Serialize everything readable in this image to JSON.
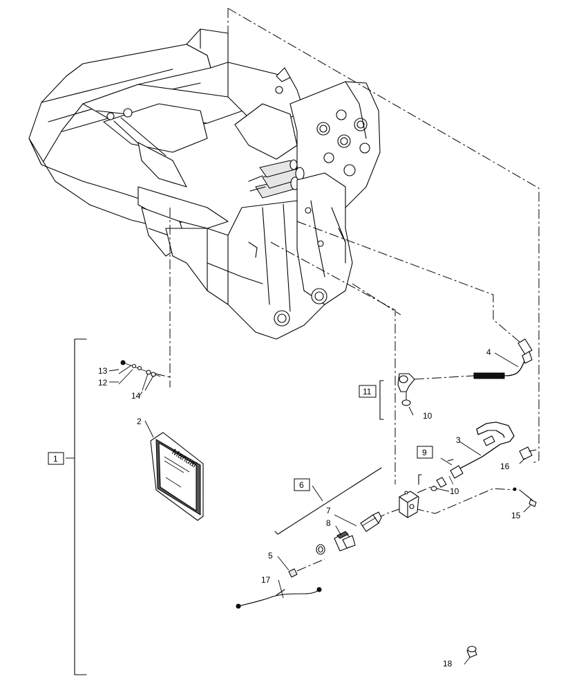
{
  "diagram": {
    "callouts": {
      "c1": "1",
      "c2": "2",
      "c3": "3",
      "c4": "4",
      "c5": "5",
      "c6": "6",
      "c7": "7",
      "c8": "8",
      "c9": "9",
      "c10a": "10",
      "c10b": "10",
      "c11": "11",
      "c12": "12",
      "c13": "13",
      "c14": "14",
      "c15": "15",
      "c16": "16",
      "c17": "17",
      "c18": "18"
    },
    "manual_cover_text": "Manual"
  }
}
